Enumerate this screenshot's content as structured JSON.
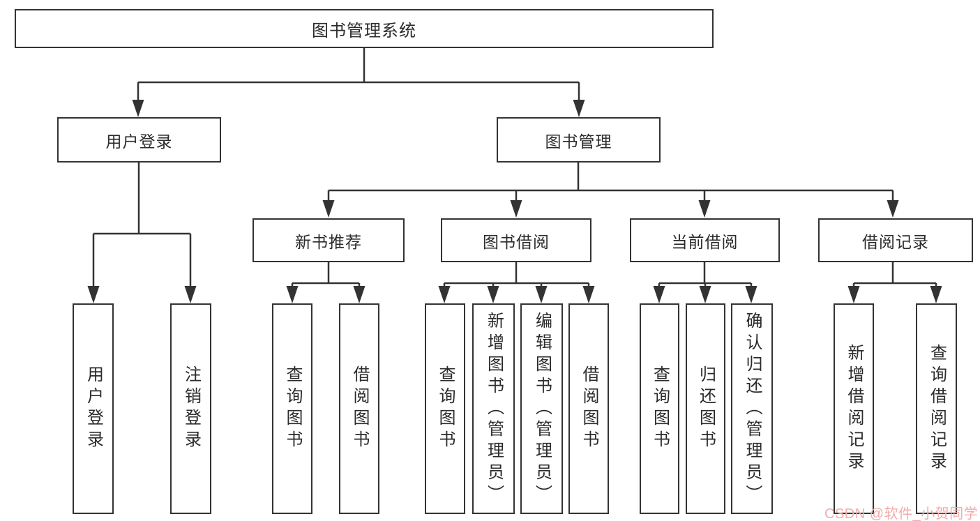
{
  "tree": {
    "root": {
      "label": "图书管理系统"
    },
    "branches": [
      {
        "label": "用户登录",
        "children": [
          {
            "label": "用户登录"
          },
          {
            "label": "注销登录"
          }
        ]
      },
      {
        "label": "图书管理",
        "sections": [
          {
            "label": "新书推荐",
            "children": [
              {
                "label": "查询图书"
              },
              {
                "label": "借阅图书"
              }
            ]
          },
          {
            "label": "图书借阅",
            "children": [
              {
                "label": "查询图书"
              },
              {
                "label": "新增图书（管理员）"
              },
              {
                "label": "编辑图书（管理员）"
              },
              {
                "label": "借阅图书"
              }
            ]
          },
          {
            "label": "当前借阅",
            "children": [
              {
                "label": "查询图书"
              },
              {
                "label": "归还图书"
              },
              {
                "label": "确认归还（管理员）"
              }
            ]
          },
          {
            "label": "借阅记录",
            "children": [
              {
                "label": "新增借阅记录"
              },
              {
                "label": "查询借阅记录"
              }
            ]
          }
        ]
      }
    ]
  },
  "watermark": {
    "text": "CSDN @软件_小贺同学",
    "color": "#f2abab"
  },
  "colors": {
    "line": "#333333",
    "text": "#2b2b2b",
    "background": "#ffffff"
  }
}
